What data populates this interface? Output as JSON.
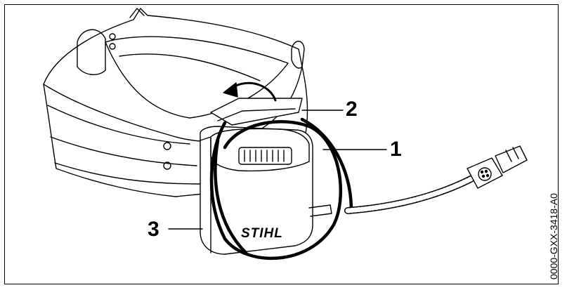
{
  "figure": {
    "callouts": [
      {
        "number": "1"
      },
      {
        "number": "2"
      },
      {
        "number": "3"
      }
    ],
    "brand_logo": "STIHL",
    "document_id": "0000-GXX-3418-A0"
  }
}
